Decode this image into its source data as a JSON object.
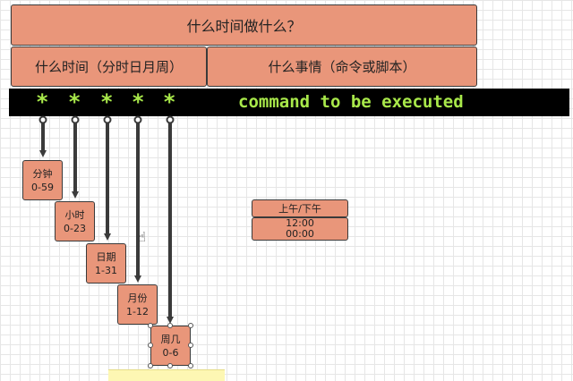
{
  "colors": {
    "box_fill": "#e9967a",
    "bar_bg": "#000000",
    "bar_text": "#a8e84a",
    "arrow": "#3a3a3a"
  },
  "header": {
    "title": "什么时间做什么？",
    "when": "什么时间（分时日月周）",
    "what": "什么事情（命令或脚本）"
  },
  "command_bar": {
    "stars": [
      "*",
      "*",
      "*",
      "*",
      "*"
    ],
    "command": "command to be executed"
  },
  "fields": [
    {
      "name": "分钟",
      "range": "0-59"
    },
    {
      "name": "小时",
      "range": "0-23"
    },
    {
      "name": "日期",
      "range": "1-31"
    },
    {
      "name": "月份",
      "range": "1-12"
    },
    {
      "name": "周几",
      "range": "0-6"
    }
  ],
  "ampm": {
    "label": "上午/下午",
    "line1": "12:00",
    "line2": "00:00"
  },
  "icons": {
    "cursor": "hand-cursor-icon"
  }
}
